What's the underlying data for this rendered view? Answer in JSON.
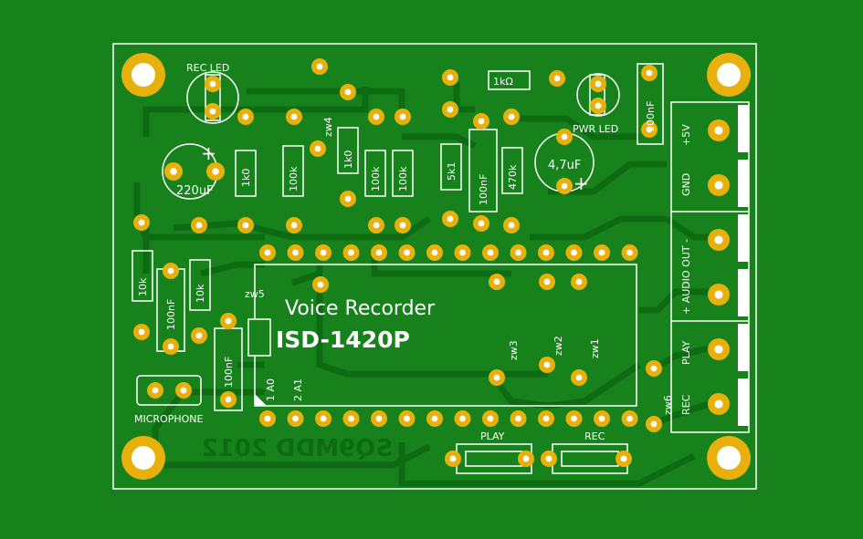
{
  "board": {
    "title": "Voice Recorder",
    "chip": "ISD-1420P",
    "author_mirrored": "SQ9MDD 2012",
    "colors": {
      "background": "#17821b",
      "trace": "#0d6b12",
      "pad": "#e8b00c",
      "silk": "#ffffff"
    }
  },
  "labels": {
    "rec_led": "REC LED",
    "pwr_led": "PWR LED",
    "microphone": "MICROPHONE",
    "play_button": "PLAY",
    "rec_button": "REC",
    "pin_a0": "1 A0",
    "pin_a1": "2 A1"
  },
  "components": {
    "c220": "220uF",
    "c47": "4,7uF",
    "r1k0": "1k0",
    "r100k_a": "100k",
    "r1k0_b": "1k0",
    "r100k_b": "100k",
    "r100k_c": "100k",
    "r5k1": "5k1",
    "c100n_a": "100nF",
    "r470k": "470k",
    "r1k_top": "1kΩ",
    "c100n_top": "100nF",
    "r10k_a": "10k",
    "c100n_b": "100nF",
    "r10k_b": "10k",
    "c100n_c": "100nF"
  },
  "jumpers": {
    "zw1": "zw1",
    "zw2": "zw2",
    "zw3": "zw3",
    "zw4": "zw4",
    "zw5": "zw5",
    "zw6": "zw6"
  },
  "connector": {
    "plus5v": "+5V",
    "gnd": "GND",
    "audio_out": "+ AUDIO OUT -",
    "play": "PLAY",
    "rec": "REC"
  },
  "polarity": {
    "plus": "+"
  }
}
